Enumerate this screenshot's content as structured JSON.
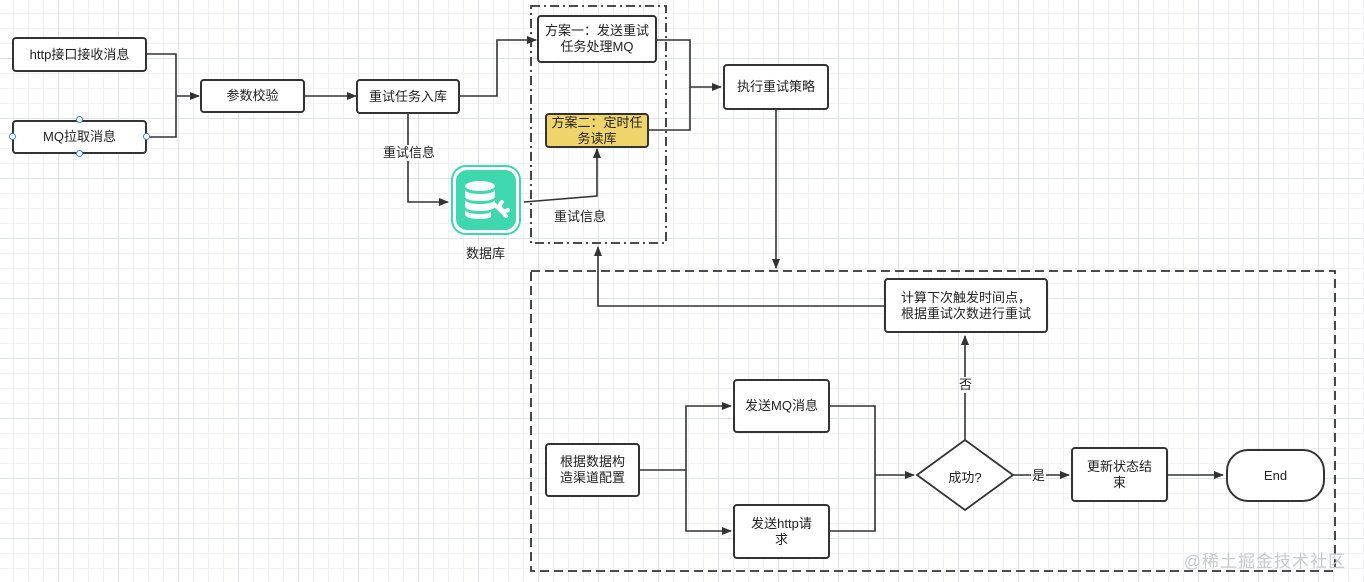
{
  "nodes": {
    "http_receive": "http接口接收消息",
    "mq_pull": "MQ拉取消息",
    "param_check": "参数校验",
    "retry_task_store": "重试任务入库",
    "plan_one": "方案一：发送重试任务处理MQ",
    "plan_two": "方案二：定时任务读库",
    "execute_retry": "执行重试策略",
    "calc_next": "计算下次触发时间点，根据重试次数进行重试",
    "build_channel": "根据数据构造渠道配置",
    "send_mq": "发送MQ消息",
    "send_http": "发送http请求",
    "success": "成功?",
    "update_state": "更新状态结束",
    "end": "End",
    "database": "数据库"
  },
  "labels": {
    "retry_info_1": "重试信息",
    "retry_info_2": "重试信息",
    "no": "否",
    "yes": "是"
  },
  "watermark": "@稀土掘金技术社区",
  "colors": {
    "line": "#333333",
    "highlight_fill": "#efd46b",
    "database_icon": "#3fd8ae"
  }
}
